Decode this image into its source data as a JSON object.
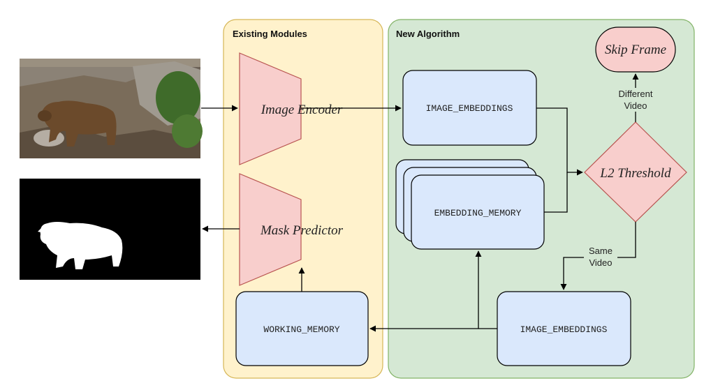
{
  "panels": {
    "existing": {
      "title": "Existing Modules",
      "fill": "#fff2cc",
      "stroke": "#d6b656"
    },
    "new": {
      "title": "New Algorithm",
      "fill": "#d5e8d4",
      "stroke": "#82b366"
    }
  },
  "nodes": {
    "image_encoder": "Image Encoder",
    "mask_predictor": "Mask Predictor",
    "image_embeddings_top": "IMAGE_EMBEDDINGS",
    "embedding_memory": "EMBEDDING_MEMORY",
    "l2_threshold": "L2 Threshold",
    "skip_frame": "Skip Frame",
    "image_embeddings_bottom": "IMAGE_EMBEDDINGS",
    "working_memory": "WORKING_MEMORY"
  },
  "edge_labels": {
    "different_video_1": "Different",
    "different_video_2": "Video",
    "same_video_1": "Same",
    "same_video_2": "Video"
  },
  "colors": {
    "blue_fill": "#dae8fc",
    "pink_fill": "#f8cecc",
    "pink_stroke": "#b85450"
  },
  "images": {
    "input": "bear-photo",
    "output": "bear-mask"
  }
}
